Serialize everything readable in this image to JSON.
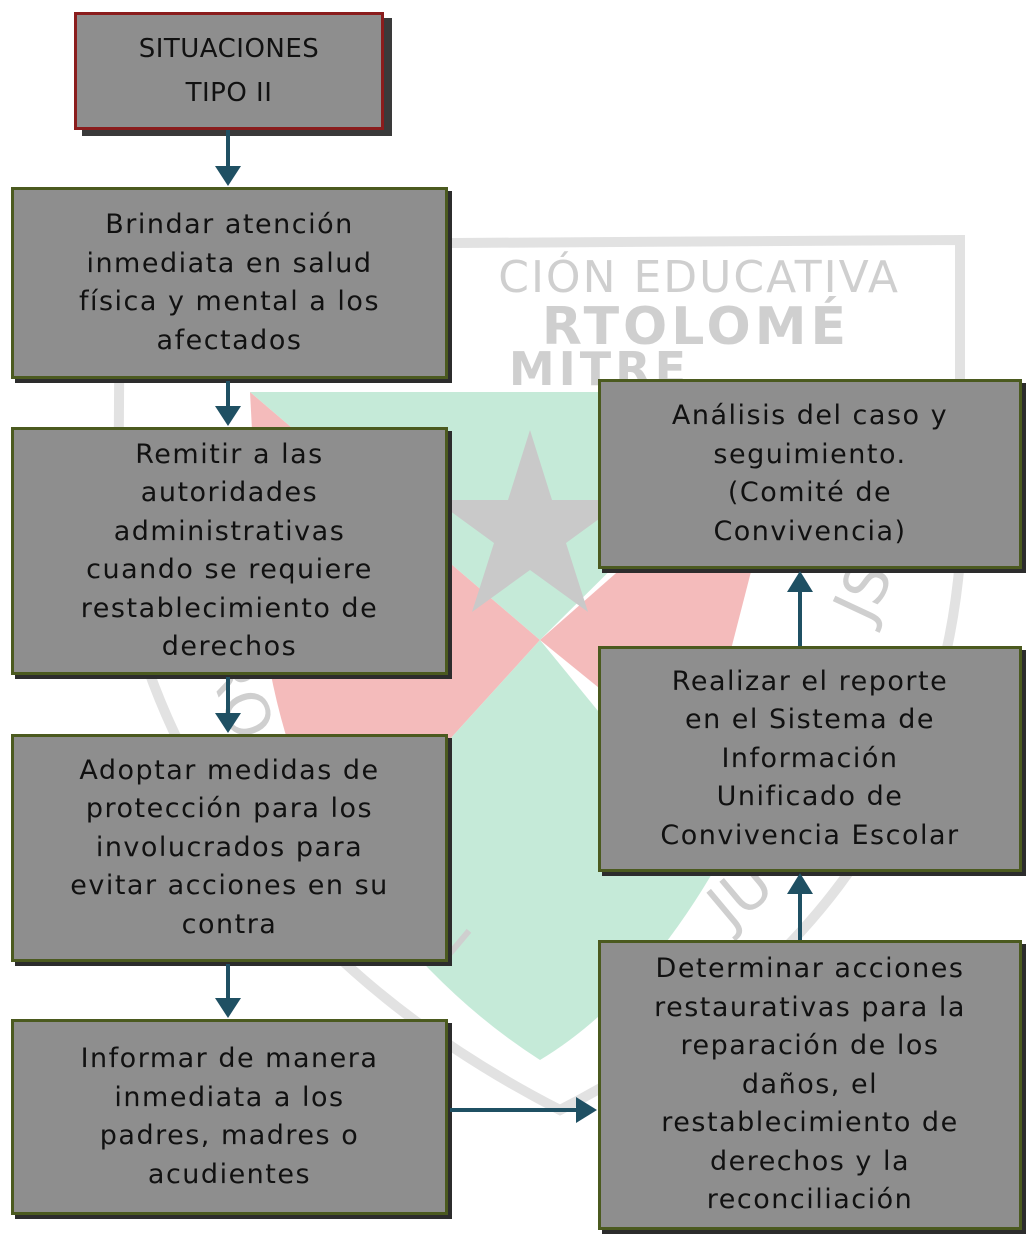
{
  "diagram": {
    "start": {
      "text": "SITUACIONES\nTIPO II"
    },
    "steps": {
      "brindar": "Brindar atención\ninmediata en salud\nfísica y mental a los\nafectados",
      "remitir": "Remitir a las\nautoridades\nadministrativas\ncuando se requiere\nrestablecimiento de\nderechos",
      "adoptar": "Adoptar medidas de\nprotección para los\ninvolucrados para\nevitar acciones en su\ncontra",
      "informar": "Informar de manera\ninmediata a los\npadres, madres o\nacudientes",
      "determinar": "Determinar acciones\nrestaurativas para la\nreparación de los\ndaños, el\nrestablecimiento de\nderechos y la\nreconciliación",
      "reporte": "Realizar el reporte\nen el Sistema de\nInformación\nUnificado de\nConvivencia Escolar",
      "analisis": "Análisis del caso y\nseguimiento.\n(Comité de\nConvivencia)"
    },
    "colors": {
      "box_fill": "#8e8e8e",
      "box_border": "#4b5a1f",
      "start_border": "#8a1c1c",
      "arrow": "#1f5063",
      "watermark_green": "#bfe8d4",
      "watermark_red": "#f3b4b4"
    }
  },
  "watermark": {
    "line1": "CIÓN  EDUCATIVA",
    "line2": "RTOLOMÉ",
    "line3": "MITRE",
    "side_right": "JS",
    "side_bottom_right": "JU",
    "side_left": "RO",
    "side_bottom_left": "JU"
  }
}
